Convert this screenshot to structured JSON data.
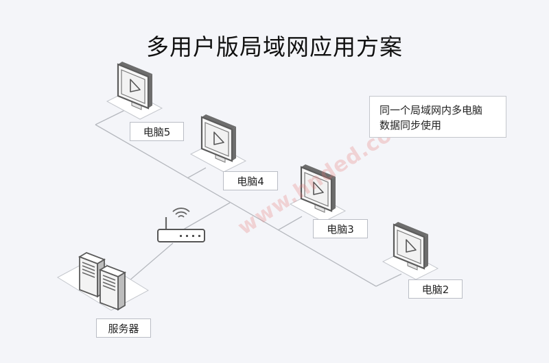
{
  "title": "多用户版局域网应用方案",
  "note": {
    "line1": "同一个局域网内多电脑",
    "line2": "数据同步使用"
  },
  "labels": {
    "pc5": "电脑5",
    "pc4": "电脑4",
    "pc3": "电脑3",
    "pc2": "电脑2",
    "server": "服务器"
  },
  "watermark": "www.hnded.com"
}
